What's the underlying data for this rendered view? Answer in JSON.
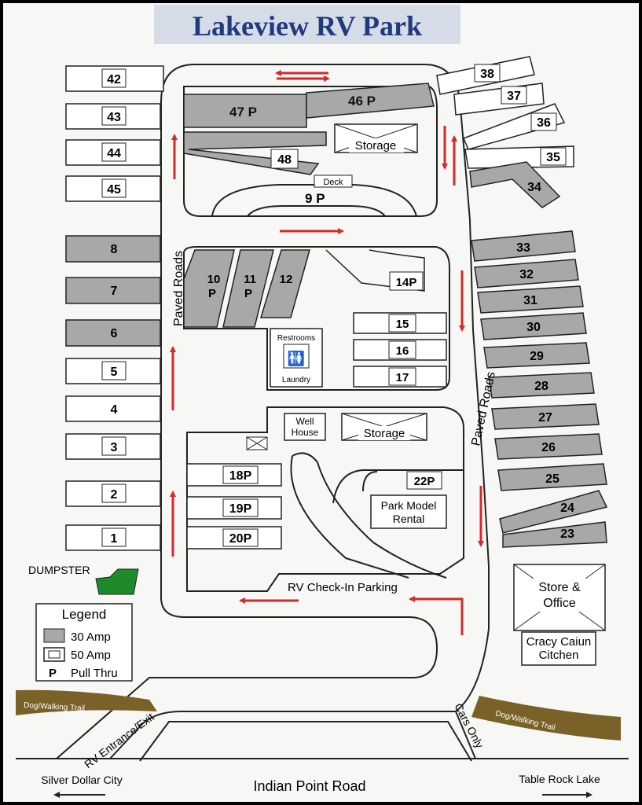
{
  "title": "Lakeview RV Park",
  "colors": {
    "amp30": "#a8a8a8",
    "amp50": "#ffffff",
    "arrow": "#d42a2a",
    "trail": "#7a6127",
    "dumpster": "#1f8a2a",
    "title_text": "#1f3a7d",
    "title_bg": "#d5dbe7"
  },
  "sites": {
    "s1": "1",
    "s2": "2",
    "s3": "3",
    "s4": "4",
    "s5": "5",
    "s6": "6",
    "s7": "7",
    "s8": "8",
    "s9": "9",
    "s10": "10",
    "s11": "11",
    "s12": "12",
    "s14": "14",
    "s15": "15",
    "s16": "16",
    "s17": "17",
    "s18": "18",
    "s19": "19",
    "s20": "20",
    "s22": "22",
    "s23": "23",
    "s24": "24",
    "s25": "25",
    "s26": "26",
    "s27": "27",
    "s28": "28",
    "s29": "29",
    "s30": "30",
    "s31": "31",
    "s32": "32",
    "s33": "33",
    "s34": "34",
    "s35": "35",
    "s36": "36",
    "s37": "37",
    "s38": "38",
    "s42": "42",
    "s43": "43",
    "s44": "44",
    "s45": "45",
    "s46": "46",
    "s47": "47",
    "s48": "48"
  },
  "pull_thru_mark": "P",
  "buildings": {
    "storage_top": "Storage",
    "storage_mid": "Storage",
    "deck": "Deck",
    "restrooms": "Restrooms",
    "laundry": "Laundry",
    "well_line1": "Well",
    "well_line2": "House",
    "park_model_line1": "Park Model",
    "park_model_line2": "Rental",
    "store_line1": "Store &",
    "store_line2": "Office",
    "cajun_line1": "Cracy Caiun",
    "cajun_line2": "Citchen"
  },
  "labels": {
    "paved_roads_left": "Paved Roads",
    "paved_roads_right": "Paved Roads",
    "checkin": "RV Check-In Parking",
    "dumpster": "DUMPSTER",
    "entrance": "RV Entrance/Exit",
    "cars_only": "Cars Only",
    "trail_left": "Dog/Walking Trail",
    "trail_right": "Dog/Walking Trail",
    "road": "Indian Point Road",
    "silver_dollar": "Silver Dollar City",
    "table_rock": "Table Rock Lake"
  },
  "legend": {
    "title": "Legend",
    "amp30": "30 Amp",
    "amp50": "50 Amp",
    "pull_symbol": "P",
    "pull": "Pull Thru"
  }
}
